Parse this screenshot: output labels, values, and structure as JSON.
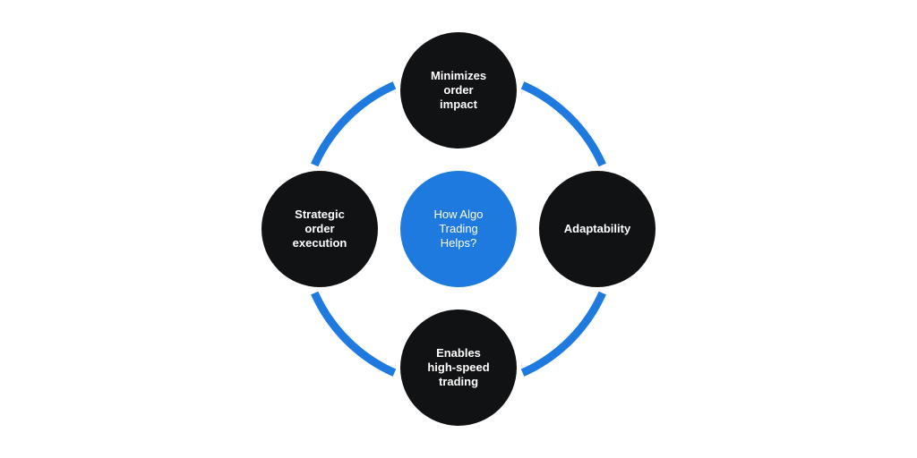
{
  "colors": {
    "ring": "#1f7ae0",
    "node_fill": "#111214",
    "center_fill": "#1f7ae0",
    "node_text": "#ffffff",
    "background": "#ffffff"
  },
  "center": {
    "label": "How Algo\nTrading\nHelps?"
  },
  "nodes": [
    {
      "id": "top",
      "label": "Minimizes\norder\nimpact"
    },
    {
      "id": "right",
      "label": "Adaptability"
    },
    {
      "id": "bottom",
      "label": "Enables\nhigh-speed\ntrading"
    },
    {
      "id": "left",
      "label": "Strategic\norder\nexecution"
    }
  ]
}
